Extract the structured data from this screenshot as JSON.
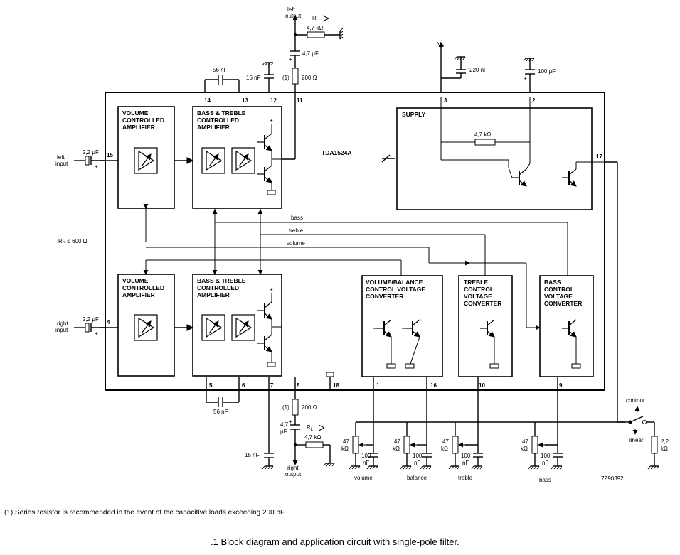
{
  "chip": "TDA1524A",
  "blocks": {
    "vca_top": [
      "VOLUME",
      "CONTROLLED",
      "AMPLIFIER"
    ],
    "bt_top": [
      "BASS & TREBLE",
      "CONTROLLED",
      "AMPLIFIER"
    ],
    "vca_bot": [
      "VOLUME",
      "CONTROLLED",
      "AMPLIFIER"
    ],
    "bt_bot": [
      "BASS & TREBLE",
      "CONTROLLED",
      "AMPLIFIER"
    ],
    "supply": "SUPPLY",
    "vol_conv": [
      "VOLUME/BALANCE",
      "CONTROL VOLTAGE",
      "CONVERTER"
    ],
    "treble_conv": [
      "TREBLE",
      "CONTROL",
      "VOLTAGE",
      "CONVERTER"
    ],
    "bass_conv": [
      "BASS",
      "CONTROL",
      "VOLTAGE",
      "CONVERTER"
    ]
  },
  "pins": {
    "p15": "15",
    "p14": "14",
    "p13": "13",
    "p12": "12",
    "p11": "11",
    "p3": "3",
    "p2": "2",
    "p17": "17",
    "p4": "4",
    "p5": "5",
    "p6": "6",
    "p7": "7",
    "p8": "8",
    "p18": "18",
    "p1": "1",
    "p16": "16",
    "p10": "10",
    "p9": "9"
  },
  "labels": {
    "left_output": [
      "left",
      "output"
    ],
    "right_output": [
      "right",
      "output"
    ],
    "left_input": [
      "left",
      "input"
    ],
    "right_input": [
      "right",
      "input"
    ],
    "rl_top": "R",
    "rl_sub": "L",
    "rl_bot": "R",
    "rl_bot_sub": "L",
    "vp": "V",
    "vp_sub": "P",
    "rg": "R",
    "rg_sub": "G",
    "rg_val": "≤ 600 Ω",
    "ctrl_bass": "bass",
    "ctrl_treble": "treble",
    "ctrl_volume": "volume",
    "contour": "contour",
    "linear": "linear",
    "marker_1": "(1)",
    "marker_2": "(1)",
    "drawing_code": "7Z90392"
  },
  "components": {
    "r_load_top": "4,7 kΩ",
    "c_out_top": "4,7 μF",
    "r_series_top": "200 Ω",
    "c_56_top": "56 nF",
    "c_15_top": "15 nF",
    "c_in_left": "2,2 μF",
    "c_in_right": "2,2 μF",
    "c_220": "220 nF",
    "c_100u": "100 μF",
    "r_supply": "4,7 kΩ",
    "c_56_bot": "56 nF",
    "c_15_bot": "15 nF",
    "r_series_bot": "200 Ω",
    "c_out_bot": [
      "4,7",
      "μF"
    ],
    "r_load_bot": "4,7 kΩ",
    "pot_volume": [
      "47",
      "kΩ"
    ],
    "pot_balance": [
      "47",
      "kΩ"
    ],
    "pot_treble": [
      "47",
      "kΩ"
    ],
    "pot_bass": [
      "47",
      "kΩ"
    ],
    "c_volume": [
      "100",
      "nF"
    ],
    "c_balance": [
      "100",
      "nF"
    ],
    "c_treble": [
      "100",
      "nF"
    ],
    "c_bass": [
      "100",
      "nF"
    ],
    "r_contour": [
      "2,2",
      "kΩ"
    ]
  },
  "pot_labels": {
    "volume": "volume",
    "balance": "balance",
    "treble": "treble",
    "bass": "bass"
  },
  "note": "(1) Series resistor is recommended in the event of the capacitive loads exceeding 200 pF.",
  "caption": ".1  Block diagram and application circuit with single-pole filter."
}
